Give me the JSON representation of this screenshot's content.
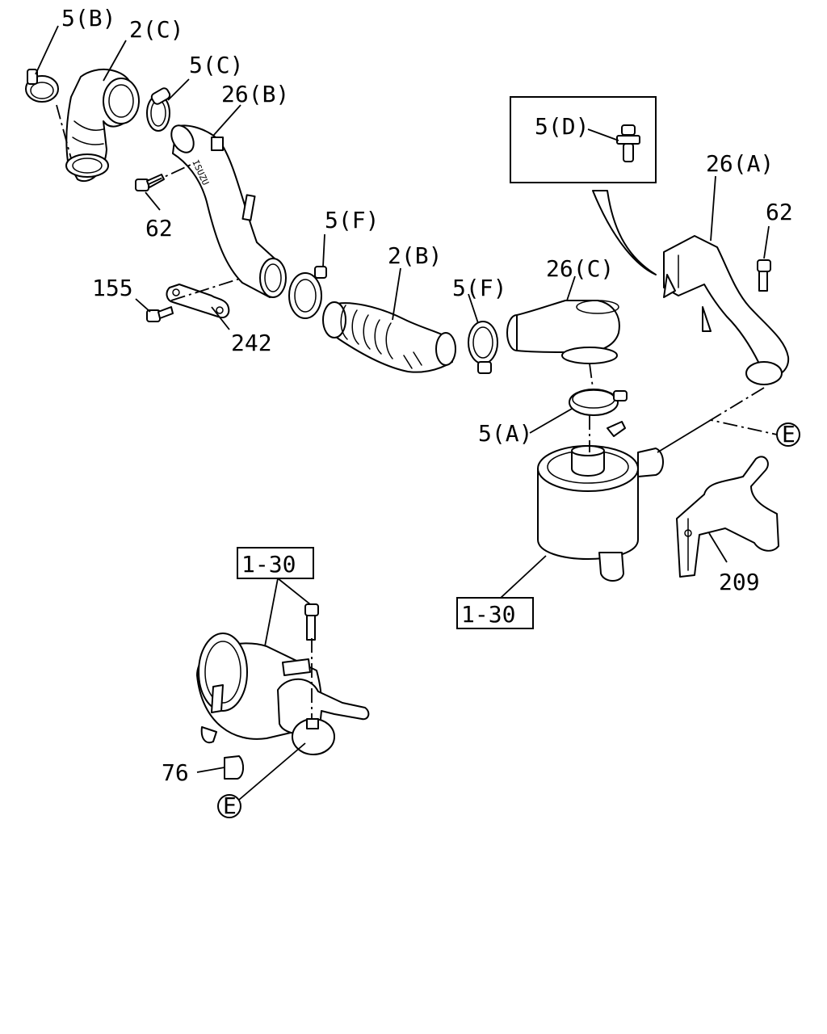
{
  "labels": {
    "clamp_5b": "5(B)",
    "hose_2c": "2(C)",
    "clamp_5c": "5(C)",
    "duct_26b": "26(B)",
    "bolt_62_left": "62",
    "bolt_155": "155",
    "bracket_242": "242",
    "clamp_5f_left": "5(F)",
    "hose_2b": "2(B)",
    "clamp_5f_right": "5(F)",
    "duct_26c": "26(C)",
    "clamp_5a": "5(A)",
    "clamp_5d": "5(D)",
    "duct_26a": "26(A)",
    "bolt_62_right": "62",
    "ref_e_right": "E",
    "bracket_209": "209",
    "ref_1_30_right": "1-30",
    "ref_1_30_left": "1-30",
    "cap_76": "76",
    "ref_e_left": "E",
    "duct_marking": "ISUZU"
  }
}
